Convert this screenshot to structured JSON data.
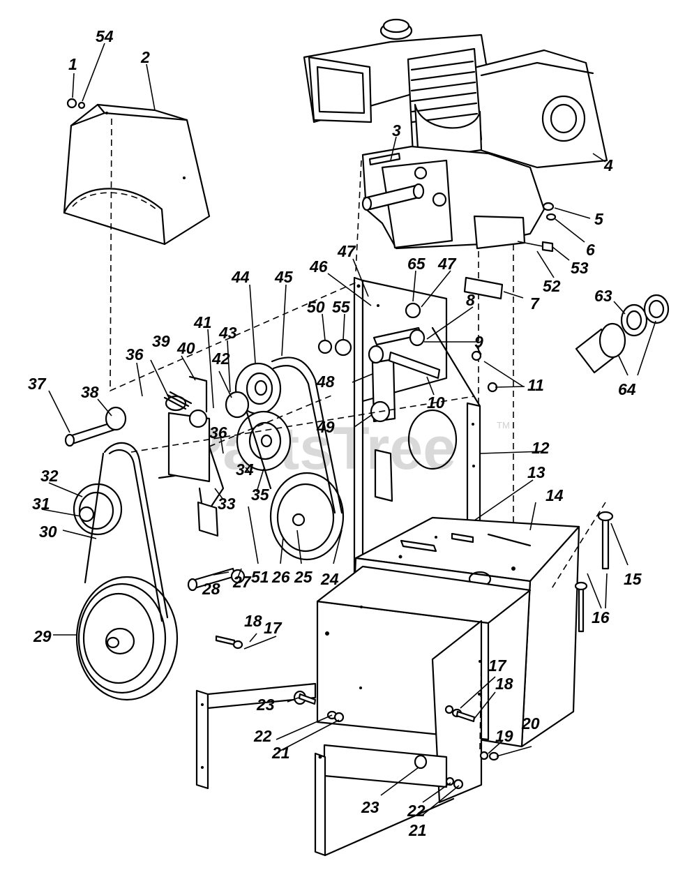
{
  "watermark": {
    "text": "PartsTree",
    "mark": "TM"
  },
  "callouts": [
    {
      "id": "1",
      "text": "1"
    },
    {
      "id": "54",
      "text": "54"
    },
    {
      "id": "2",
      "text": "2"
    },
    {
      "id": "3",
      "text": "3"
    },
    {
      "id": "4",
      "text": "4"
    },
    {
      "id": "5",
      "text": "5"
    },
    {
      "id": "6",
      "text": "6"
    },
    {
      "id": "53",
      "text": "53"
    },
    {
      "id": "52",
      "text": "52"
    },
    {
      "id": "7",
      "text": "7"
    },
    {
      "id": "63",
      "text": "63"
    },
    {
      "id": "64",
      "text": "64"
    },
    {
      "id": "47a",
      "text": "47"
    },
    {
      "id": "46",
      "text": "46"
    },
    {
      "id": "65",
      "text": "65"
    },
    {
      "id": "47b",
      "text": "47"
    },
    {
      "id": "8",
      "text": "8"
    },
    {
      "id": "50",
      "text": "50"
    },
    {
      "id": "55",
      "text": "55"
    },
    {
      "id": "9",
      "text": "9"
    },
    {
      "id": "44",
      "text": "44"
    },
    {
      "id": "45",
      "text": "45"
    },
    {
      "id": "43",
      "text": "43"
    },
    {
      "id": "41",
      "text": "41"
    },
    {
      "id": "39",
      "text": "39"
    },
    {
      "id": "40",
      "text": "40"
    },
    {
      "id": "36a",
      "text": "36"
    },
    {
      "id": "42",
      "text": "42"
    },
    {
      "id": "48",
      "text": "48"
    },
    {
      "id": "10",
      "text": "10"
    },
    {
      "id": "11",
      "text": "11"
    },
    {
      "id": "37",
      "text": "37"
    },
    {
      "id": "38",
      "text": "38"
    },
    {
      "id": "49",
      "text": "49"
    },
    {
      "id": "12",
      "text": "12"
    },
    {
      "id": "36b",
      "text": "36"
    },
    {
      "id": "32",
      "text": "32"
    },
    {
      "id": "34",
      "text": "34"
    },
    {
      "id": "35",
      "text": "35"
    },
    {
      "id": "13",
      "text": "13"
    },
    {
      "id": "31",
      "text": "31"
    },
    {
      "id": "33",
      "text": "33"
    },
    {
      "id": "14",
      "text": "14"
    },
    {
      "id": "30",
      "text": "30"
    },
    {
      "id": "28",
      "text": "28"
    },
    {
      "id": "27",
      "text": "27"
    },
    {
      "id": "51",
      "text": "51"
    },
    {
      "id": "26",
      "text": "26"
    },
    {
      "id": "25",
      "text": "25"
    },
    {
      "id": "24",
      "text": "24"
    },
    {
      "id": "15",
      "text": "15"
    },
    {
      "id": "16",
      "text": "16"
    },
    {
      "id": "29",
      "text": "29"
    },
    {
      "id": "18a",
      "text": "18"
    },
    {
      "id": "17a",
      "text": "17"
    },
    {
      "id": "17b",
      "text": "17"
    },
    {
      "id": "18b",
      "text": "18"
    },
    {
      "id": "23a",
      "text": "23"
    },
    {
      "id": "22a",
      "text": "22"
    },
    {
      "id": "21a",
      "text": "21"
    },
    {
      "id": "20",
      "text": "20"
    },
    {
      "id": "19",
      "text": "19"
    },
    {
      "id": "23b",
      "text": "23"
    },
    {
      "id": "22b",
      "text": "22"
    },
    {
      "id": "21b",
      "text": "21"
    }
  ]
}
